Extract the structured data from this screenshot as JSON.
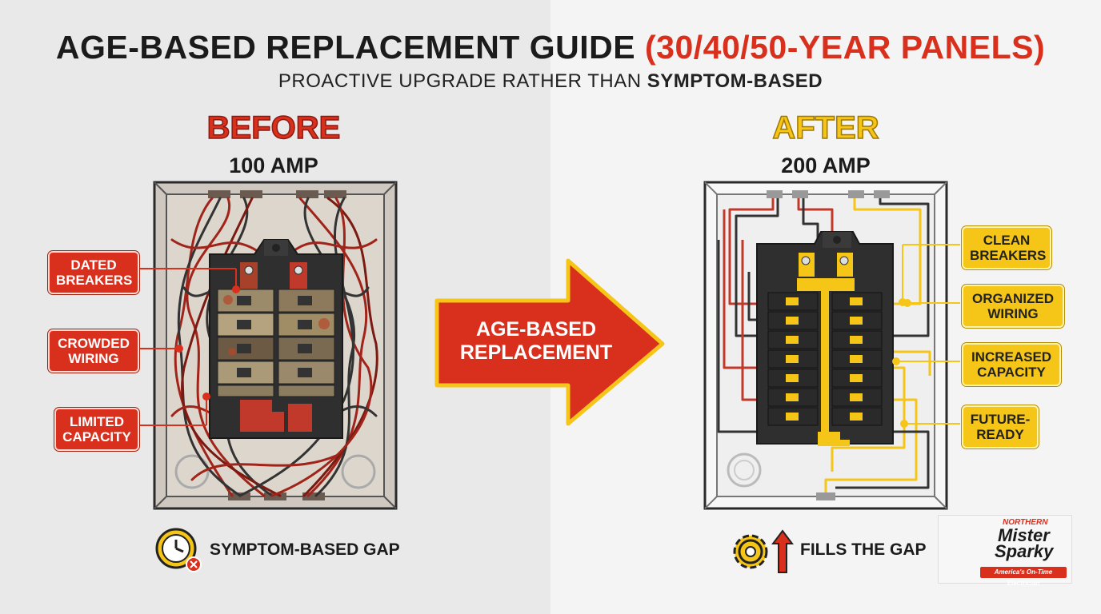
{
  "title": {
    "main": "AGE-BASED REPLACEMENT GUIDE",
    "accent": "(30/40/50-YEAR PANELS)"
  },
  "subtitle": {
    "lead": "PROACTIVE UPGRADE RATHER THAN",
    "bold": "SYMPTOM-BASED"
  },
  "before": {
    "label": "BEFORE",
    "amp": "100 AMP",
    "tags": [
      "DATED\nBREAKERS",
      "CROWDED\nWIRING",
      "LIMITED\nCAPACITY"
    ],
    "bottom_text": "SYMPTOM-BASED GAP",
    "bottom_icon": "clock-with-x-icon"
  },
  "arrow": {
    "text": "AGE-BASED\nREPLACEMENT",
    "icon": "right-arrow-icon"
  },
  "after": {
    "label": "AFTER",
    "amp": "200 AMP",
    "tags": [
      "CLEAN\nBREAKERS",
      "ORGANIZED\nWIRING",
      "INCREASED\nCAPACITY",
      "FUTURE-\nREADY"
    ],
    "bottom_text": "FILLS THE GAP",
    "bottom_icons": [
      "gear-icon",
      "up-arrow-icon"
    ]
  },
  "logo": {
    "northern": "NORTHERN",
    "mister": "Mister",
    "sparky": "Sparky",
    "tagline": "America's On-Time Electrician"
  },
  "colors": {
    "red": "#d9301e",
    "yellow": "#f5c518",
    "dark": "#1b1b1b",
    "panel_dark": "#2f2f2f"
  }
}
